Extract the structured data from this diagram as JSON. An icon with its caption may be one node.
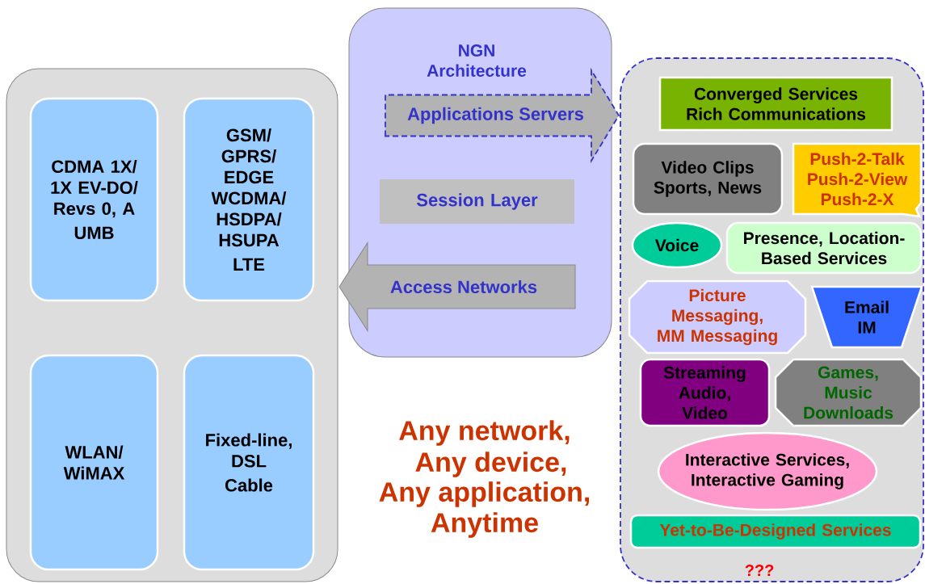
{
  "diagram": {
    "nodes": [
      {
        "text": [],
        "shape": "box"
      },
      {
        "text": [
          "CDMA 1X/ 1X EV-DO/ Revs 0, A",
          "UMB"
        ],
        "in": 0
      },
      {
        "text": [
          "GSM/ GPRS/ EDGE WCDMA/ HSDPA/ HSUPA",
          "LTE"
        ],
        "in": 0
      },
      {
        "text": [
          "WLAN/ WiMAX"
        ],
        "in": 0
      },
      {
        "text": [
          "Fixed-line, DSL",
          "Cable"
        ],
        "in": 0
      },
      {
        "text": [
          "NGN Architecture"
        ]
      },
      {
        "text": [
          "Session Layer"
        ],
        "in": 5
      },
      {
        "text": [
          "???"
        ]
      },
      {
        "text": [
          "Converged Services Rich Communications"
        ],
        "in": 7
      },
      {
        "text": [
          "Video Clips Sports, News"
        ],
        "in": 7
      },
      {
        "text": [
          "Push-2-Talk Push-2-View Push-2-X"
        ],
        "in": 7
      },
      {
        "text": [
          "Voice"
        ],
        "in": 7
      },
      {
        "text": [
          "Presence, Location- Based Services"
        ],
        "in": 7
      },
      {
        "text": [
          "Picture Messaging, MM Messaging"
        ],
        "in": 7
      },
      {
        "text": [
          "Email IM"
        ],
        "in": 7
      },
      {
        "text": [
          "Streaming Audio, Video"
        ],
        "in": 7
      },
      {
        "text": [
          "Games, Music Downloads"
        ],
        "in": 7
      },
      {
        "text": [
          "Interactive Services, Interactive Gaming"
        ],
        "in": 7
      },
      {
        "text": [
          "Yet-to-Be-Designed Services"
        ],
        "in": 7
      }
    ],
    "edges": [
      {
        "from": null,
        "to": 7,
        "arrow": "to",
        "label": "Applications Servers",
        "style": "dashed",
        "color": "#3333cc"
      },
      {
        "from": null,
        "to": 0,
        "arrow": "to",
        "label": "Access Networks"
      }
    ],
    "labels": [
      "Any network,",
      "Any device,",
      "Any application,",
      "Anytime"
    ]
  }
}
